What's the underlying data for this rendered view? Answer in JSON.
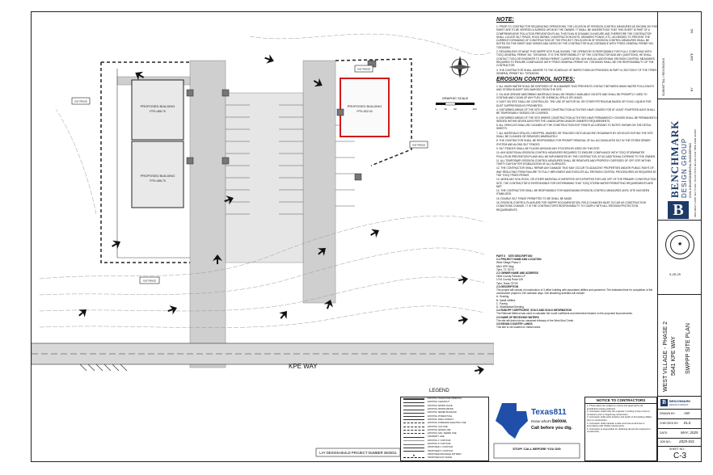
{
  "plan": {
    "buildings": [
      {
        "label": "PROPOSED BUILDING",
        "sub": "FFE=486.75"
      },
      {
        "label": "PROPOSED BUILDING",
        "sub": "FFE=486.75"
      },
      {
        "label": "PROPOSED BUILDING",
        "sub": "FFE=502.00"
      }
    ],
    "street": "KPE WAY",
    "legend_title": "LEGEND",
    "graphic_scale": "GRAPHIC SCALE",
    "scale_ticks": [
      "0",
      "30",
      "60",
      "120"
    ],
    "project_label": "LAY DESIGN-BUILD PROJECT NUMBER 2503011",
    "tags": [
      "SILT FENCE",
      "SILT FENCE",
      "SILT FENCE",
      "SILT FENCE"
    ]
  },
  "notes": {
    "title": "NOTE:",
    "items": [
      "1. PRIOR TO CONTRACTOR SEQUENCING OPERATIONS, THE LOCATION OF EROSION CONTROL MEASURES AS SHOWN ON THIS SHEET ARE TO BE VERIFIED & AGREED UPON BY THE OWNER. IT SHALL BE UNDERSTOOD THAT THIS SHEET IS PART OF A COMPREHENSIVE POLLUTION PREVENTION PLAN. THIS PLAN IS DYNAMIC IN NATURE AND THEREFORE THE CONTRACTOR SHALL LOCATE SILT FENCE, ROCK BERMS, CONSTRUCTION EXITS, SEDIMENT PONDS, ETC. AS NEEDED TO PREVENT THE CURRENT EXPANDING OF CONSTRUCTION OF THE PROJECT. RELOCATION OF EROSION CONTROL MEASURES SHALL BE NOTED ON THIS SHEET AND SIGNED AND DATED BY THE CONTRACTOR IN ACCORDANCE WITH TPDES GENERAL PERMIT NO. TXR150000.",
      "2. REGARDLESS OF WHAT THIS SWPPP SITE PLAN SHOWS, THE OPERATOR IS RESPONSIBLE FOR FULLY COMPLYING WITH TCEQ GENERAL PERMIT NO. TXR150000. IT IS THE RESPONSIBILITY OF THE CONTRACTOR AND ANY QUESTIONS, HE SHALL CONTACT TCEQ OR ENGINEER TO OBTAIN PERMIT CLARIFICATION. ANY AND ALL ADDITIONAL EROSION CONTROL MEASURES REQUIRED TO ENSURE COMPLIANCE WITH TPDES GENERAL PERMIT NO. TXR150000 SHALL BE THE RESPONSIBILITY OF THE CONTRACTOR.",
      "3. THE CONTRACTOR SHALL ADHERE TO THE SCHEDULE OF INSPECTIONS AS PROVIDED IN PART III, SECTION F OF THE TPDES GENERAL PERMIT NO. TXR150000."
    ],
    "erosion_title": "EROSION CONTROL NOTES:",
    "erosion_items": [
      "1. ALL WASH WATER SHALL BE DISPOSED OF IN A MANNER THAT PREVENTS CONTACT BETWEEN WASH WATER POLLUTANTS AND STORM RUNOFF DISCHARGED FROM THE SITE.",
      "2. OIL AND GREASE ABSORBING MATERIALS SHALL BE READILY AVAILABLE ON-SITE AND SHALL BE PROMPTLY USED TO CONTAIN AND CLEAN UP ANY FUEL OR CHEMICAL SPILLS OR LEAKS.",
      "3. DUST ON SITE SHALL BE CONTROLLED. THE USE OF MOTOR OIL OR OTHER PETROLEUM BASED OR TOXIC LIQUIDS FOR DUST SUPPRESSION IS PROHIBITED.",
      "4. DISTURBED AREAS OF THE SITE WHERE CONSTRUCTION ACTIVITIES HAVE CEASED FOR AT LEAST FOURTEEN DAYS SHALL BE TEMPORARILY SEEDED OR COVERED.",
      "5. DISTURBED AREAS OF THE SITE WHERE CONSTRUCTION ACTIVITIES HAVE PERMANENTLY CEASED SHALL BE PERMANENTLY SEEDED WITHIN SEVEN DAYS PER THE LANDSCAPING AND/OR OWNER'S REQUIREMENTS.",
      "6. ALL VEHICLES SHALL BE CLEANED AT THE CONSTRUCTION EXIT POINTS ACCORDING TO NOTES SHOWN ON THE DETAIL SHEETS.",
      "7. ALL MATERIALS SPILLED, DROPPED, WASHED OR TRACKED ONTO ADJACENT ROADWAYS BY VEHICLES EXITING THE SITE SHALL BE CLEANED OR REMOVED IMMEDIATELY.",
      "8. THE CONTRACTOR SHALL BE RESPONSIBLE FOR PROMPT REMOVAL OF ALL ACCUMULATED SILT IN THE STORM SEWER SYSTEM AND ALONG SILT FENCES.",
      "9. SILT FENCES SHALL BE PLACED AROUND ANY STOCKPILES USED ON THIS SITE.",
      "10. ANY ADDITIONAL EROSION CONTROL MEASURES REQUIRED TO ENSURE COMPLIANCE WITH TCEQ STORMWATER POLLUTION PREVENTION PLANS WILL BE IMPLEMENTED BY THE CONTRACTOR, AT NO ADDITIONAL EXPENSE TO THE OWNER.",
      "11. ALL TEMPORARY EROSION CONTROL MEASURES SHALL BE REMOVED AND PROPERLY DISPOSED OF OFF-SITE WITHIN THIRTY DAYS AFTER STABILIZATION OF ALL SURFACES.",
      "12. THE CONTRACTOR SHALL REPAIR ANY DAMAGE THAT MAY OCCUR TO ADJACENT PROPERTIES AND/OR PUBLIC RIGHT-OF-WAY RESULTING FROM FAILURE TO FULLY IMPLEMENT AND EXECUTE ALL EROSION CONTROL PROCEDURES AS REQUIRED BY THE TCEQ TPDES PERMIT.",
      "13. WHEN ANY SOIL ROCK, OR OTHER MATERIAL IS IMPORTED OR EXPORTED FOR USE OFF OF THE PRIMARY CONSTRUCTION SITE, THE CONTRACTOR IS RESPONSIBLE FOR DETERMINING THAT TCEQ STORM WATER PERMITTING REQUIREMENTS ARE MET.",
      "14. THE CONTRACTOR SHALL BE RESPONSIBLE FOR MAINTAINING EROSION CONTROL MEASURES UNTIL SITE HAS BEEN STABILIZED.",
      "15. DOUBLE SILT FENCE PERMITTED TO BE SHALL BE MADE.",
      "16. EROSION CONTROL PLANS ARE FOR SWPPP DOCUMENTATION; FIELD CHANGES MUST OCCUR AS CONSTRUCTION CONDITIONS CHANGE. IT IS THE CONTRACTOR'S RESPONSIBILITY TO COMPLY WITH ALL EROSION PROTECTION REQUIREMENTS."
    ]
  },
  "site_desc": {
    "part": "PART II",
    "section": "SITE DESCRIPTION",
    "rows": [
      "2.1  PROJECT NAME AND LOCATION",
      "West Village Phase 2",
      "5641 KPE Way",
      "Tyler, TX 75707",
      "2.2  OWNER NAME AND ADDRESS",
      "Oiles County Partners LP",
      "1744 County Road 149",
      "Tyler, Texas 75703",
      "2.3  DESCRIPTION",
      "The project will consist of construction of 3 office building with associated utilities and pavement. The estimated time for completion of the construction project is 150 calendar days. Soil disturbing activities will include:",
      "A. Grading",
      "B. Install Utilities",
      "C. Paving",
      "D. Stabilization/Seeding",
      "2.4  RUNOFF COEFFICIENT, SOILS AND SOILS INFORMATION",
      "The Rational Method was used to calculate the runoff coefficient and determined based on the proposed improvements.",
      "2.5  NAME OF RECEIVING WATERS",
      "The site will drain into an unnamed tributary of the West Mud Creek.",
      "2.6  INDIAN COUNTRY LANDS",
      "This site is not located on Indian lands."
    ]
  },
  "titleblock": {
    "firm_line1": "BENCHMARK",
    "firm_line2": "DESIGN GROUP",
    "firm_tag": "CIVIL & ENVIRONMENTAL ENGINEERING",
    "firm_addr": "3502 WEST LOOP 323 TYLER, TEXAS 75701 903.253.4444 TBPE FIRM #16046",
    "project_l1": "WEST VILLAGE - PHASE 2",
    "project_l2": "5641 KPE WAY",
    "sheet_title": "SWPPP SITE PLAN",
    "drawn_label": "DRAWN BY:",
    "drawn_val": "AM",
    "checked_label": "CHECKED BY:",
    "checked_val": "ELS",
    "date_label": "DATE:",
    "date_val": "MAY, 2025",
    "job_label": "JOB NO.:",
    "job_val": "2025-031",
    "sheet_label": "SHEET NO.:",
    "sheet_val": "C-3",
    "seal_date": "5-28-25",
    "revisions": "SUBMITTAL / REVISIONS",
    "rev_cols": [
      "NO.",
      "DATE",
      "BY"
    ]
  },
  "ntc": {
    "title": "NOTICE TO CONTRACTORS",
    "lines": [
      "1. These plans are subject to review and approval by all jurisdictions having authority.",
      "2. Contractor shall notify the engineer in writing of any errors or omissions prior to beginning construction.",
      "3. Contractor shall verify location and depth of all existing utilities prior to construction.",
      "4. Contractor shall maintain a safe work site at all times in accordance with OSHA requirements.",
      "5. Contractor is responsible for obtaining all permits required for construction."
    ]
  },
  "texas811": {
    "brand": "Texas811",
    "tag1": "Know what's",
    "tag2": "below.",
    "tag3": "Call before you dig.",
    "stop": "STOP!  CALL BEFORE YOU DIG"
  },
  "legend": {
    "items": [
      "EXISTING TELEPHONE PEDESTAL",
      "EXISTING CLEANOUT",
      "EXISTING WATER VALVE",
      "EXISTING WATER METER",
      "EXISTING SEWER MANHOLE",
      "EXISTING POWER POLE",
      "EXISTING FIRE HYDRANT",
      "EXISTING OVERHEAD ELECTRIC LINE",
      "EXISTING GAS LINE",
      "EXISTING WATER LINE",
      "EXISTING SAN. SEWER LINE",
      "PROPERTY LINE",
      "EXISTING 1' CONTOUR",
      "EXISTING 5' CONTOUR",
      "PROPOSED 1' CONTOUR",
      "PROPOSED 5' CONTOUR",
      "PROPOSED DRAINAGE PATTERN",
      "PROPOSED SILT FENCE"
    ]
  },
  "colors": {
    "highlight": "#d11a1a",
    "pavement": "#cfcfcf",
    "line": "#222222"
  }
}
